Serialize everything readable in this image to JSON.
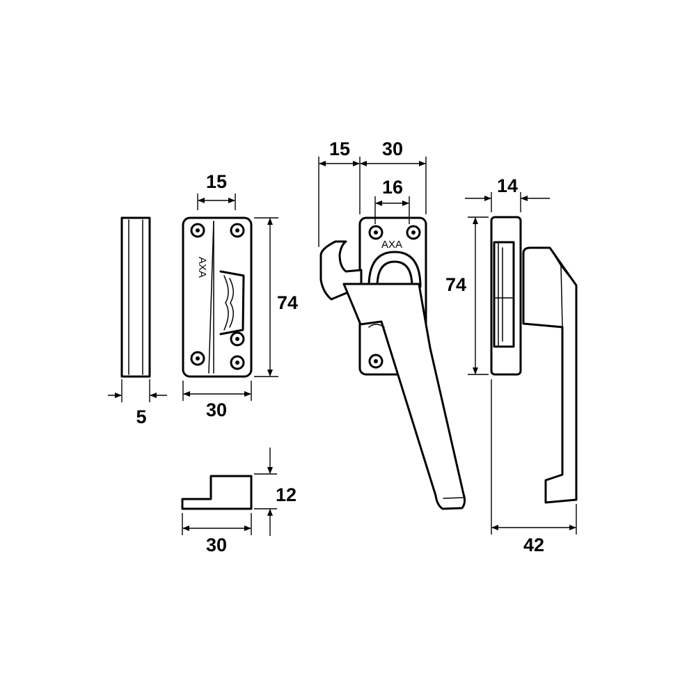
{
  "brand": {
    "text": "AXA"
  },
  "dimensions": {
    "spacer_thickness": "5",
    "keeper_inner_width": "15",
    "keeper_height": "74",
    "keeper_width": "30",
    "wedge_height": "12",
    "wedge_width": "30",
    "handle_offset": "15",
    "handle_plate_width": "30",
    "hole_spacing": "16",
    "side_plate_depth": "14",
    "side_plate_height": "74",
    "handle_projection": "42"
  }
}
